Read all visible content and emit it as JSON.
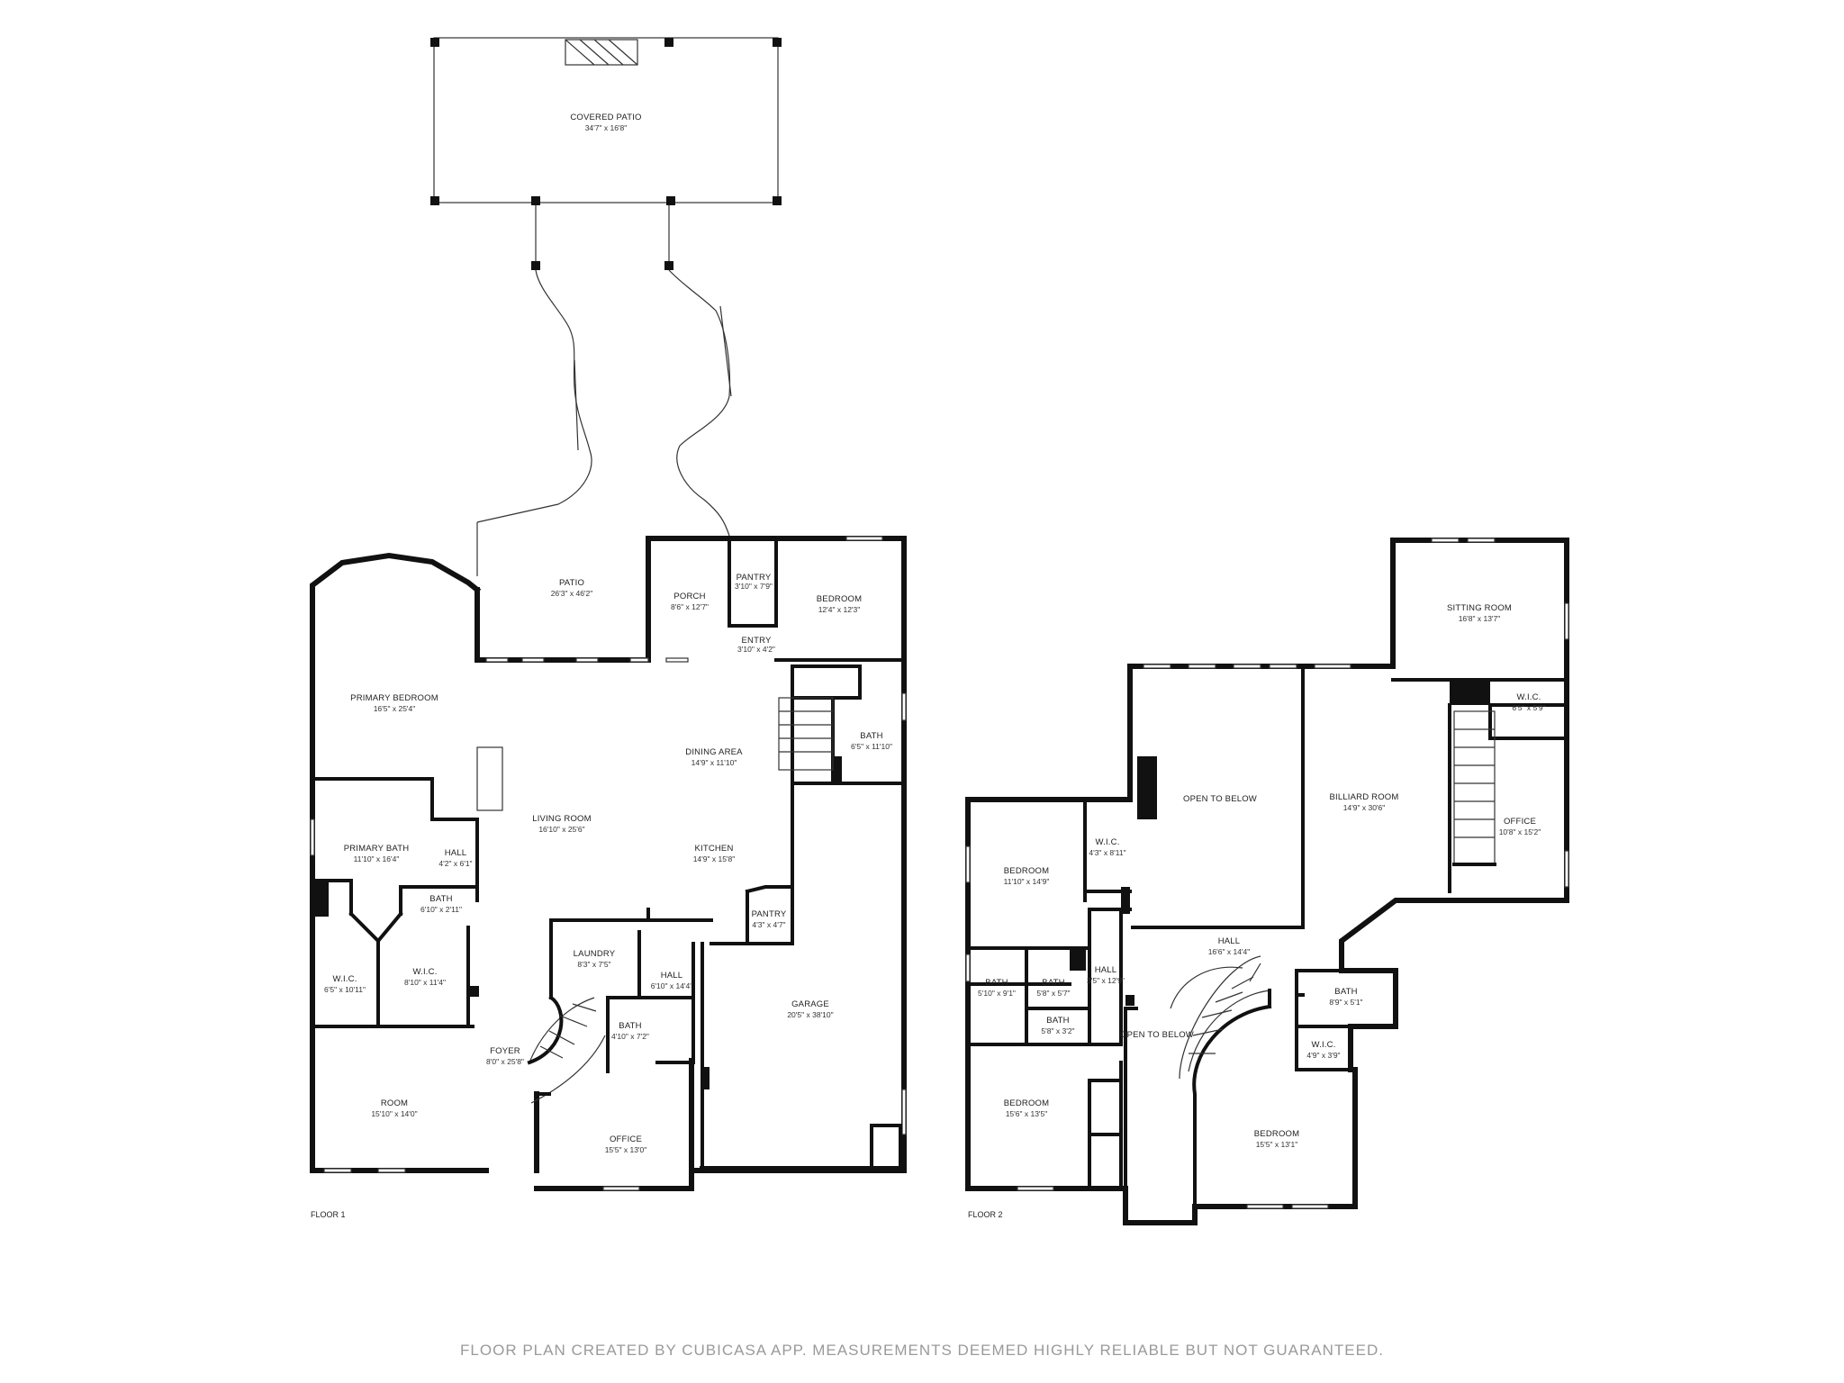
{
  "floors": [
    {
      "label": "FLOOR 1",
      "rooms": [
        {
          "id": "covered-patio",
          "name": "COVERED PATIO",
          "dim": "34'7\" x 16'8\""
        },
        {
          "id": "patio",
          "name": "PATIO",
          "dim": "26'3\" x 46'2\""
        },
        {
          "id": "porch",
          "name": "PORCH",
          "dim": "8'6\" x 12'7\""
        },
        {
          "id": "pantry-1",
          "name": "PANTRY",
          "dim": "3'10\" x 7'9\""
        },
        {
          "id": "entry",
          "name": "ENTRY",
          "dim": "3'10\" x 4'2\""
        },
        {
          "id": "bedroom-1",
          "name": "BEDROOM",
          "dim": "12'4\" x 12'3\""
        },
        {
          "id": "primary-bedroom",
          "name": "PRIMARY BEDROOM",
          "dim": "16'5\" x 25'4\""
        },
        {
          "id": "dining-area",
          "name": "DINING AREA",
          "dim": "14'9\" x 11'10\""
        },
        {
          "id": "bath-1",
          "name": "BATH",
          "dim": "6'5\" x 11'10\""
        },
        {
          "id": "living-room",
          "name": "LIVING ROOM",
          "dim": "16'10\" x 25'6\""
        },
        {
          "id": "primary-bath",
          "name": "PRIMARY BATH",
          "dim": "11'10\" x 16'4\""
        },
        {
          "id": "hall-1",
          "name": "HALL",
          "dim": "4'2\" x 6'1\""
        },
        {
          "id": "kitchen",
          "name": "KITCHEN",
          "dim": "14'9\" x 15'8\""
        },
        {
          "id": "bath-2",
          "name": "BATH",
          "dim": "6'10\" x 2'11\""
        },
        {
          "id": "pantry-2",
          "name": "PANTRY",
          "dim": "4'3\" x 4'7\""
        },
        {
          "id": "laundry",
          "name": "LAUNDRY",
          "dim": "8'3\" x 7'5\""
        },
        {
          "id": "hall-2",
          "name": "HALL",
          "dim": "6'10\" x 14'4\""
        },
        {
          "id": "wic-1",
          "name": "W.I.C.",
          "dim": "6'5\" x 10'11\""
        },
        {
          "id": "wic-2",
          "name": "W.I.C.",
          "dim": "8'10\" x 11'4\""
        },
        {
          "id": "garage",
          "name": "GARAGE",
          "dim": "20'5\" x 38'10\""
        },
        {
          "id": "bath-3",
          "name": "BATH",
          "dim": "4'10\" x 7'2\""
        },
        {
          "id": "foyer",
          "name": "FOYER",
          "dim": "8'0\" x 25'8\""
        },
        {
          "id": "room",
          "name": "ROOM",
          "dim": "15'10\" x 14'0\""
        },
        {
          "id": "office-1",
          "name": "OFFICE",
          "dim": "15'5\" x 13'0\""
        }
      ]
    },
    {
      "label": "FLOOR 2",
      "rooms": [
        {
          "id": "sitting-room",
          "name": "SITTING ROOM",
          "dim": "16'8\" x 13'7\""
        },
        {
          "id": "wic-3",
          "name": "W.I.C.",
          "dim": "6'5\" x 5'9\""
        },
        {
          "id": "open-to-below-1",
          "name": "OPEN TO BELOW",
          "dim": ""
        },
        {
          "id": "billiard-room",
          "name": "BILLIARD ROOM",
          "dim": "14'9\" x 30'6\""
        },
        {
          "id": "office-2",
          "name": "OFFICE",
          "dim": "10'8\" x 15'2\""
        },
        {
          "id": "bedroom-2",
          "name": "BEDROOM",
          "dim": "11'10\" x 14'9\""
        },
        {
          "id": "wic-4",
          "name": "W.I.C.",
          "dim": "4'3\" x 8'11\""
        },
        {
          "id": "hall-3",
          "name": "HALL",
          "dim": "16'6\" x 14'4\""
        },
        {
          "id": "bath-4",
          "name": "BATH",
          "dim": "5'10\" x 9'1\""
        },
        {
          "id": "bath-5",
          "name": "BATH",
          "dim": "5'8\" x 5'7\""
        },
        {
          "id": "hall-4",
          "name": "HALL",
          "dim": "3'5\" x 12'9\""
        },
        {
          "id": "bath-6",
          "name": "BATH",
          "dim": "8'9\" x 5'1\""
        },
        {
          "id": "bath-7",
          "name": "BATH",
          "dim": "5'8\" x 3'2\""
        },
        {
          "id": "open-to-below-2",
          "name": "OPEN TO BELOW",
          "dim": ""
        },
        {
          "id": "wic-5",
          "name": "W.I.C.",
          "dim": "4'9\" x 3'9\""
        },
        {
          "id": "bedroom-3",
          "name": "BEDROOM",
          "dim": "15'6\" x 13'5\""
        },
        {
          "id": "bedroom-4",
          "name": "BEDROOM",
          "dim": "15'5\" x 13'1\""
        }
      ]
    }
  ],
  "footer": "FLOOR PLAN CREATED BY CUBICASA APP. MEASUREMENTS DEEMED HIGHLY RELIABLE BUT NOT GUARANTEED."
}
